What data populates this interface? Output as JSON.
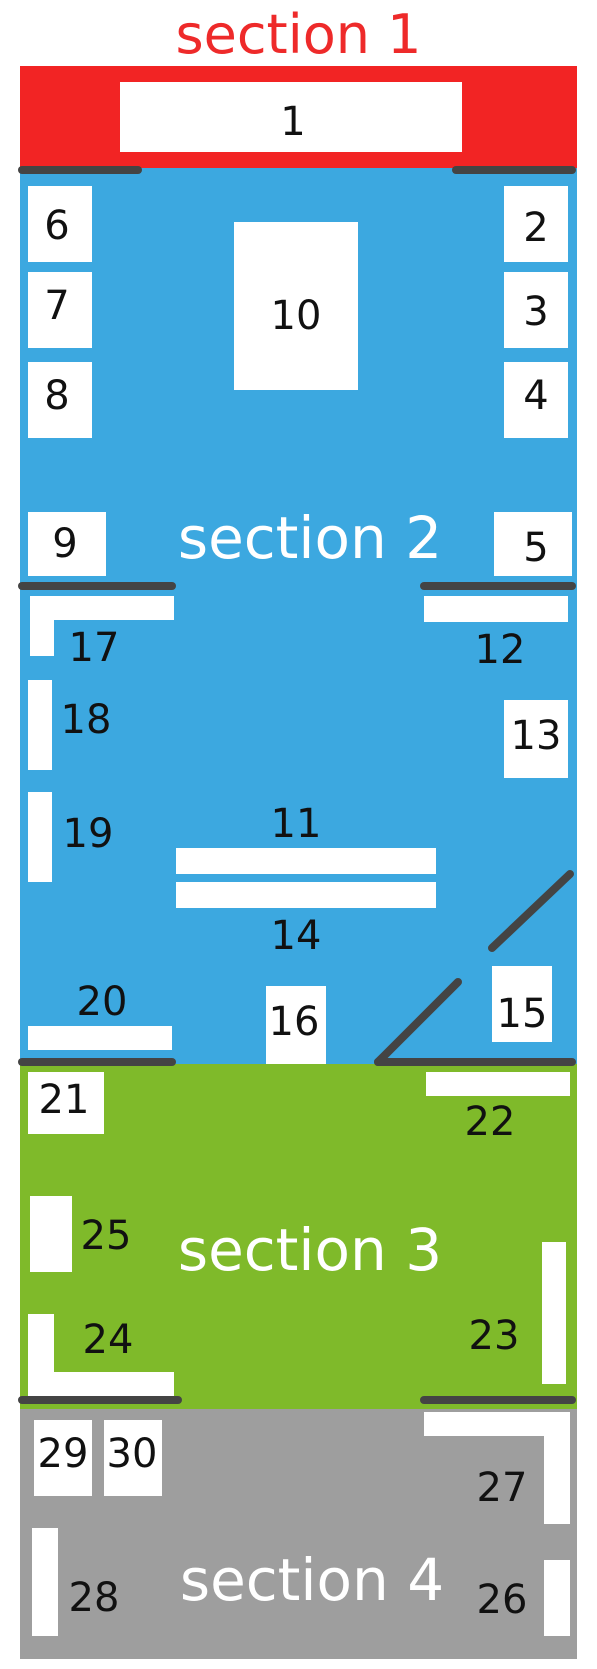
{
  "colors": {
    "section_1": "#f22424",
    "section_2": "#3ca8e0",
    "section_3": "#7fba2a",
    "section_4": "#9e9e9e",
    "wall": "#444444",
    "booth": "#ffffff"
  },
  "sections": {
    "s1": "section 1",
    "s2": "section 2",
    "s3": "section 3",
    "s4": "section 4"
  },
  "booths": {
    "b1": "1",
    "b2": "2",
    "b3": "3",
    "b4": "4",
    "b5": "5",
    "b6": "6",
    "b7": "7",
    "b8": "8",
    "b9": "9",
    "b10": "10",
    "b11": "11",
    "b12": "12",
    "b13": "13",
    "b14": "14",
    "b15": "15",
    "b16": "16",
    "b17": "17",
    "b18": "18",
    "b19": "19",
    "b20": "20",
    "b21": "21",
    "b22": "22",
    "b23": "23",
    "b24": "24",
    "b25": "25",
    "b26": "26",
    "b27": "27",
    "b28": "28",
    "b29": "29",
    "b30": "30"
  }
}
